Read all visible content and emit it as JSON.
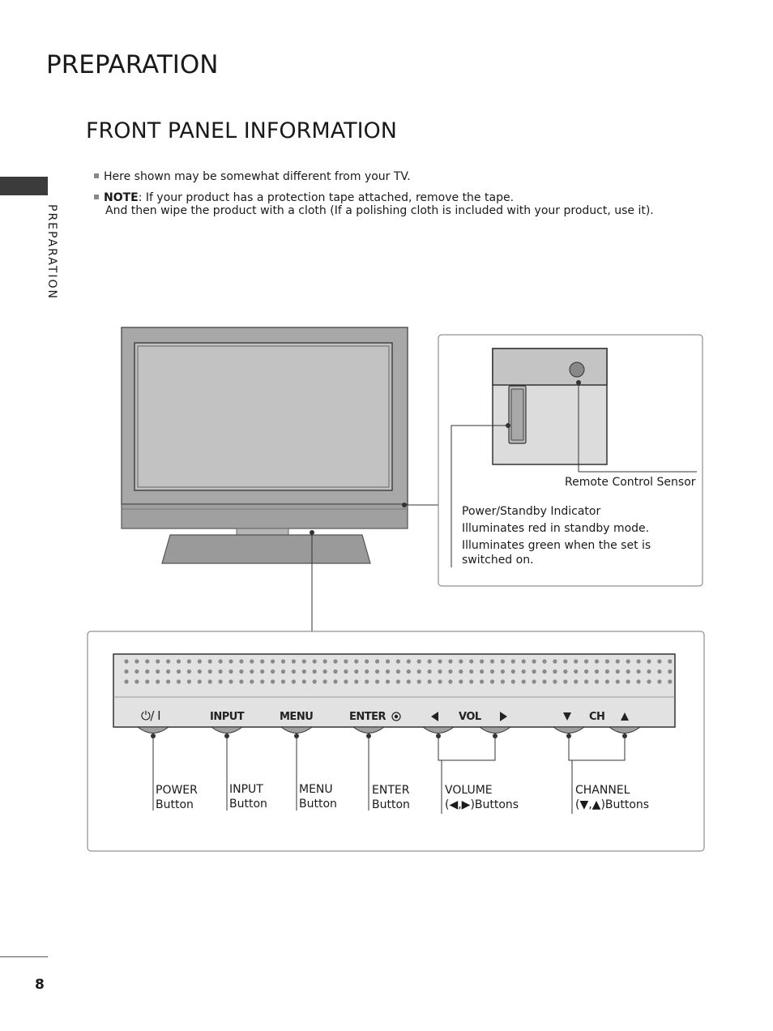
{
  "header": {
    "title": "PREPARATION"
  },
  "section": {
    "title": "FRONT PANEL INFORMATION"
  },
  "side_label": "PREPARATION",
  "page_number": "8",
  "notes": {
    "note1": "Here shown may be somewhat different from your TV.",
    "note2_label": "NOTE",
    "note2_text": ": If your product has a protection tape attached, remove the tape.",
    "note2_line2": "And then wipe the product with a cloth (If a polishing cloth is included with your product, use it)."
  },
  "callout": {
    "remote_sensor": "Remote Control Sensor",
    "power_indicator_title": "Power/Standby Indicator",
    "power_indicator_line1": "Illuminates red in standby mode.",
    "power_indicator_line2": "Illuminates green when the set is",
    "power_indicator_line3": "switched on."
  },
  "panel_buttons": {
    "power_symbol": "⏻/ I",
    "input": "INPUT",
    "menu": "MENU",
    "enter": "ENTER",
    "vol": "VOL",
    "ch": "CH"
  },
  "button_labels": {
    "power_1": "POWER",
    "power_2": "Button",
    "input_1": "INPUT",
    "input_2": "Button",
    "menu_1": "MENU",
    "menu_2": "Button",
    "enter_1": "ENTER",
    "enter_2": "Button",
    "volume_1": "VOLUME",
    "volume_2": "(◀,▶)Buttons",
    "channel_1": "CHANNEL",
    "channel_2": "(▼,▲)Buttons"
  }
}
